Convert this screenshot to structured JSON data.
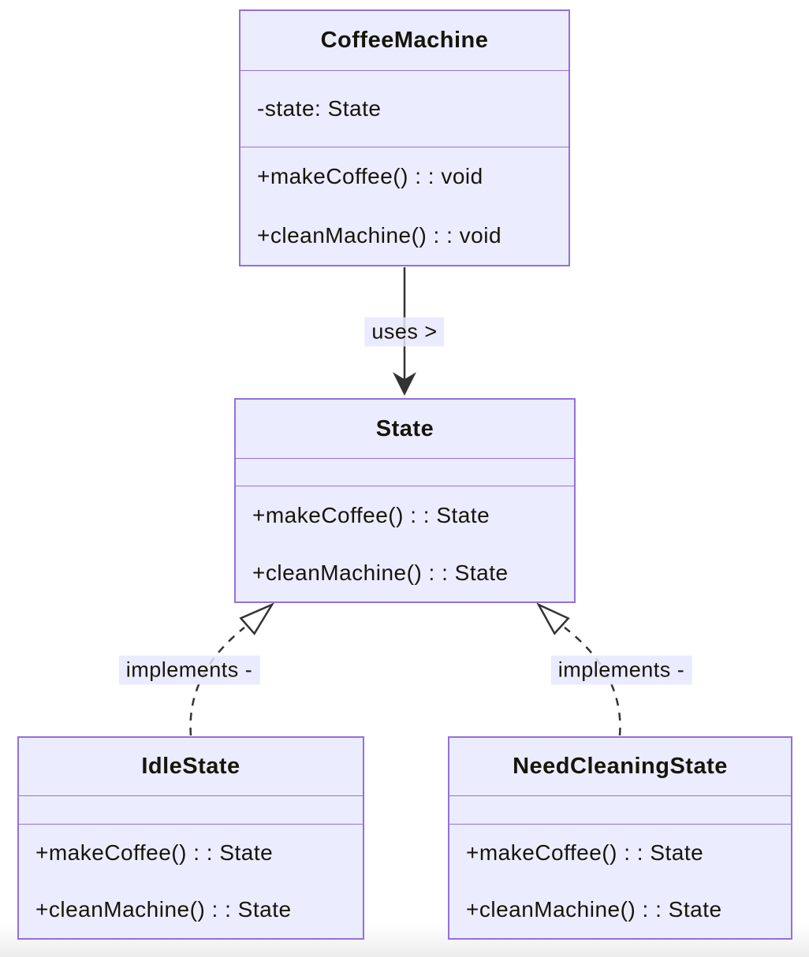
{
  "diagram": {
    "kind": "uml-class-diagram",
    "classes": [
      {
        "name": "CoffeeMachine",
        "attributes": [
          "-state: State"
        ],
        "methods": [
          "+makeCoffee() : : void",
          "+cleanMachine() : : void"
        ]
      },
      {
        "name": "State",
        "attributes": [],
        "methods": [
          "+makeCoffee() : : State",
          "+cleanMachine() : : State"
        ]
      },
      {
        "name": "IdleState",
        "attributes": [],
        "methods": [
          "+makeCoffee() : : State",
          "+cleanMachine() : : State"
        ]
      },
      {
        "name": "NeedCleaningState",
        "attributes": [],
        "methods": [
          "+makeCoffee() : : State",
          "+cleanMachine() : : State"
        ]
      }
    ],
    "edges": [
      {
        "from": "CoffeeMachine",
        "to": "State",
        "label": "uses >",
        "style": "solid-arrow"
      },
      {
        "from": "IdleState",
        "to": "State",
        "label": "implements -",
        "style": "dashed-realization"
      },
      {
        "from": "NeedCleaningState",
        "to": "State",
        "label": "implements -",
        "style": "dashed-realization"
      }
    ],
    "colors": {
      "box_fill": "#ECECFF",
      "box_border": "#9370DB",
      "text": "#15150a",
      "edge_line": "#333333",
      "edge_label_bg": "rgba(232,232,255,0.85)"
    }
  }
}
